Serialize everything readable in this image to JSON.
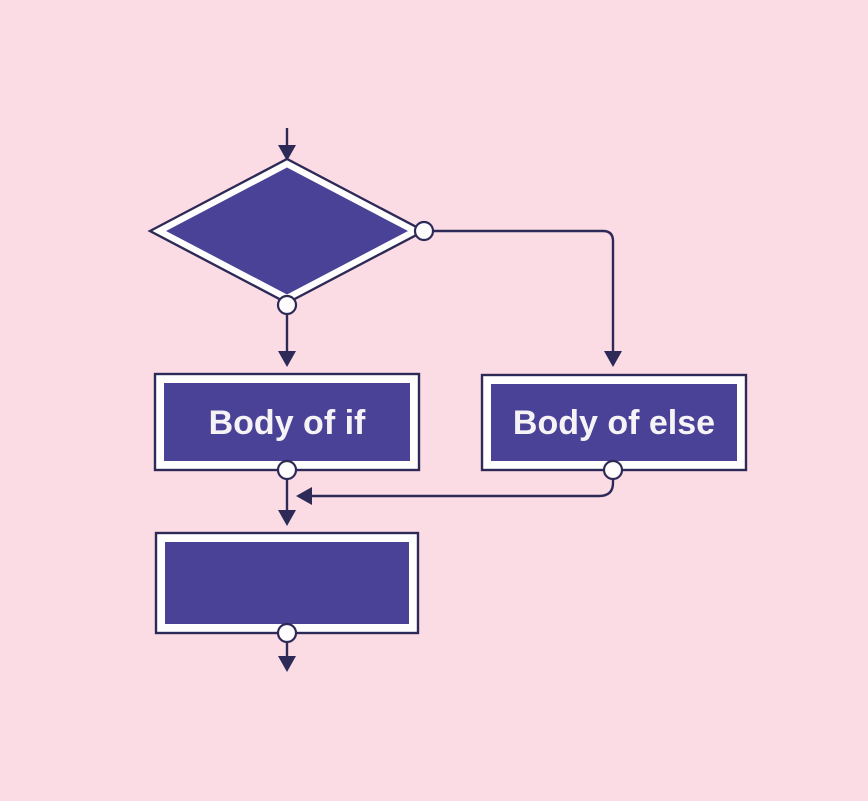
{
  "diagram": {
    "type": "flowchart",
    "description": "If-else control flow diagram",
    "nodes": {
      "decision": {
        "shape": "diamond",
        "label": ""
      },
      "body_if": {
        "shape": "rectangle",
        "label": "Body of if"
      },
      "body_else": {
        "shape": "rectangle",
        "label": "Body of else"
      },
      "end_block": {
        "shape": "rectangle",
        "label": ""
      }
    },
    "edges": [
      {
        "from": "start",
        "to": "decision",
        "style": "arrow-down"
      },
      {
        "from": "decision-bottom",
        "to": "body_if",
        "style": "arrow-down"
      },
      {
        "from": "decision-right",
        "to": "body_else",
        "style": "elbow-right-down-arrow"
      },
      {
        "from": "body_else-bottom",
        "to": "merge-point",
        "style": "elbow-down-left-arrow"
      },
      {
        "from": "body_if-bottom",
        "to": "end_block",
        "style": "arrow-down"
      },
      {
        "from": "end_block-bottom",
        "to": "exit",
        "style": "arrow-down"
      }
    ],
    "colors": {
      "background": "#fbdce5",
      "shape_fill": "#4a4296",
      "outline": "#2d2a58",
      "inset_band": "#ffffff",
      "connector_dot_fill": "#fefcfd",
      "label_text": "#f6f3f7"
    }
  }
}
